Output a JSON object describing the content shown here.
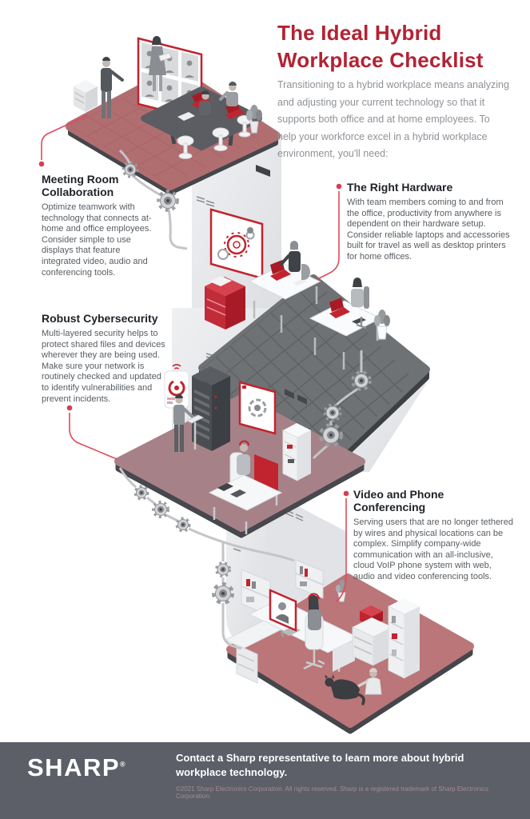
{
  "header": {
    "title": "The Ideal Hybrid Workplace Checklist",
    "intro": "Transitioning to a hybrid workplace means analyzing and adjusting your current technology so that it supports both office and at home employees. To help your workforce excel in a hybrid workplace environment, you'll need:"
  },
  "sections": [
    {
      "id": "meeting-room-collaboration",
      "title": "Meeting Room Collaboration",
      "body": "Optimize teamwork with technology that connects at-home and office employees. Consider simple to use displays that feature integrated video, audio and conferencing tools."
    },
    {
      "id": "the-right-hardware",
      "title": "The Right Hardware",
      "body": "With team members coming to and from the office, productivity from anywhere is dependent on their hardware setup. Consider reliable laptops and accessories built for travel as well as desktop printers for home offices."
    },
    {
      "id": "robust-cybersecurity",
      "title": "Robust Cybersecurity",
      "body": "Multi-layered security helps to protect shared files and devices wherever they are being used. Make sure your network is routinely checked and updated to identify vulnerabilities and prevent incidents."
    },
    {
      "id": "video-and-phone-conferencing",
      "title": "Video and Phone Conferencing",
      "body": "Serving users that are no longer tethered by wires and physical locations can be complex. Simplify company-wide communication with an all-inclusive, cloud VoIP phone system with web, audio and video conferencing tools."
    }
  ],
  "illustration": {
    "scenes": [
      "meeting-room",
      "office-hardware",
      "server-room",
      "home-office"
    ]
  },
  "footer": {
    "logo": "SHARP",
    "logo_reg": "®",
    "contact": "Contact a Sharp representative to learn more about hybrid workplace technology.",
    "copyright": "©2021 Sharp Electronics Corporation. All rights reserved. Sharp is a registered trademark of Sharp Electronics Corporation."
  },
  "colors": {
    "title_red": "#b22334",
    "accent_red": "#c2242f",
    "connector_red": "#e0495c",
    "footer_bg": "#5c5e68",
    "meeting_floor": "#b16e71",
    "office_floor": "#6f7274",
    "server_floor": "#a68288",
    "home_floor": "#ba7678"
  }
}
